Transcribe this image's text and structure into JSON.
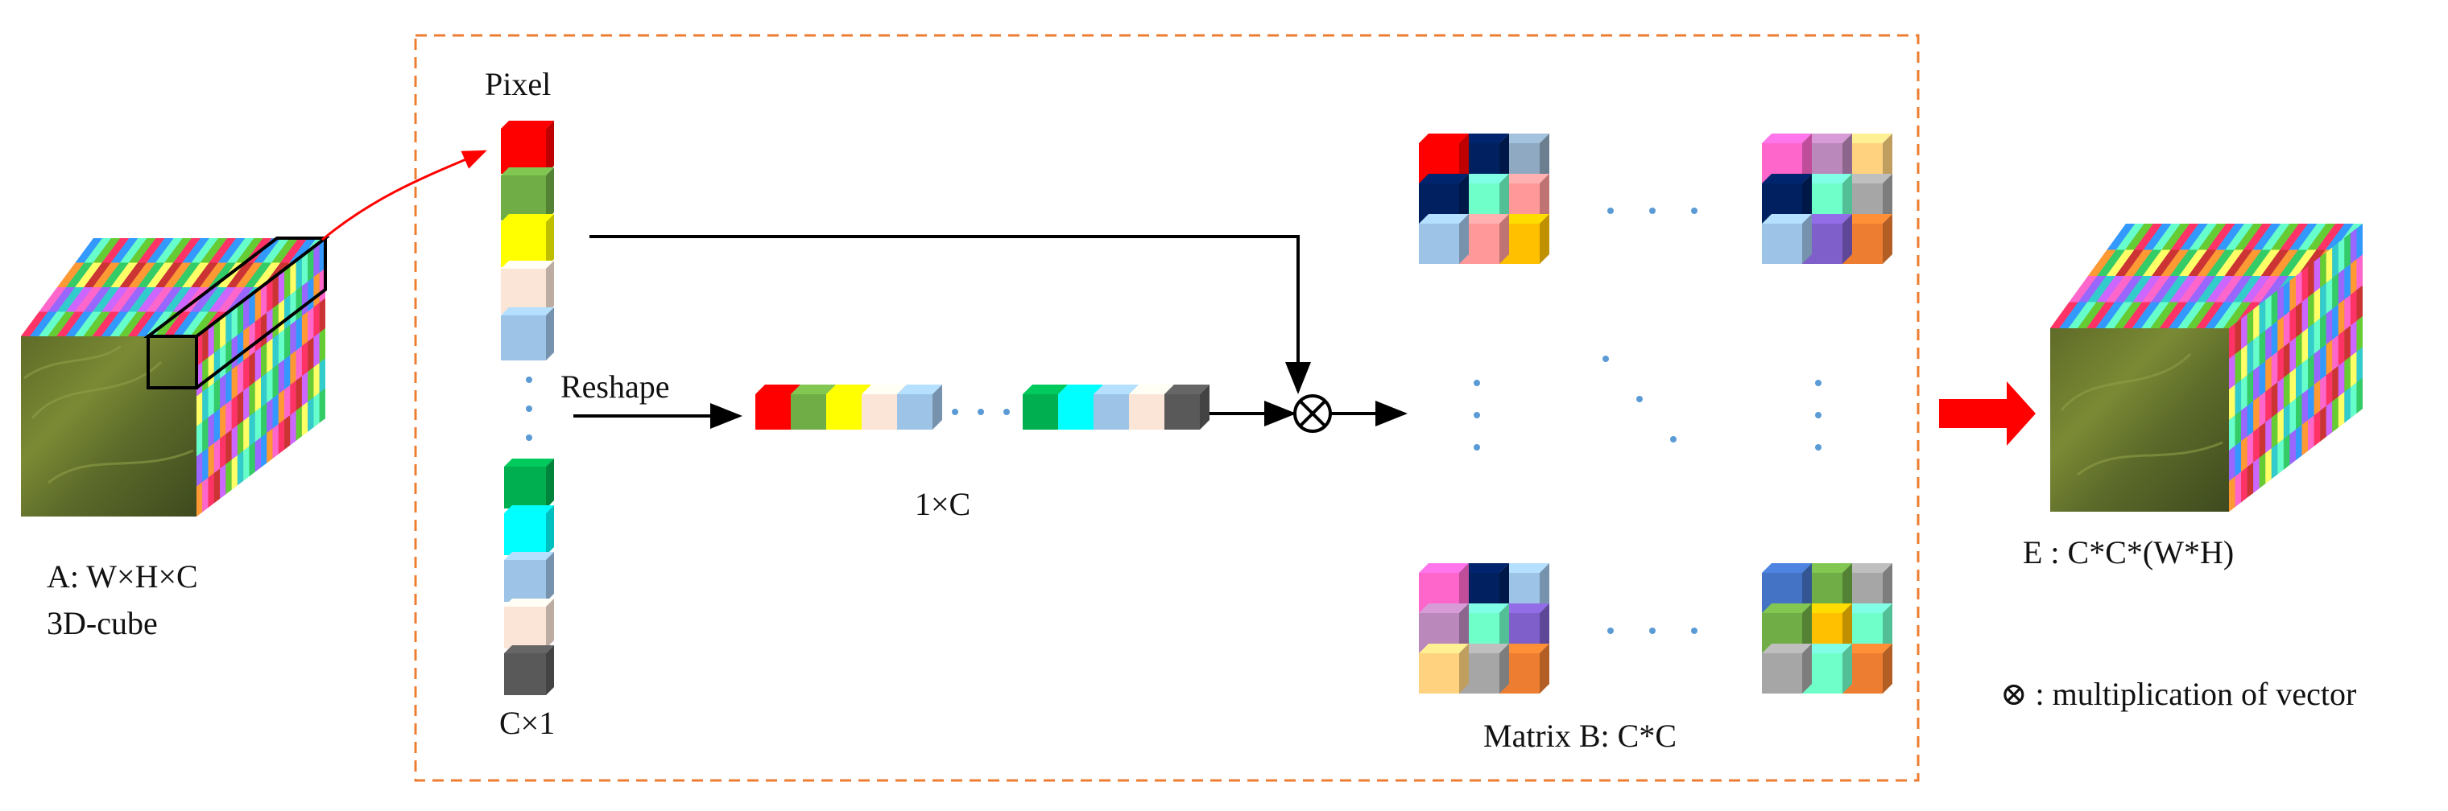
{
  "labels": {
    "pixel": "Pixel",
    "reshape": "Reshape",
    "c_times_1": "C×1",
    "one_times_c": "1×C",
    "cube_a_line1": "A: W×H×C",
    "cube_a_line2": "3D-cube",
    "matrix_b": "Matrix B: C*C",
    "output_e": "E : C*C*(W*H)",
    "legend_otimes": "⊗ : multiplication of vector"
  },
  "colors": {
    "frame": "#ED7D31",
    "red_arrow": "#FF0000",
    "dots": "#5B9BD5"
  },
  "column_top_colors": [
    "#FF0000",
    "#70AD47",
    "#FFFF00",
    "#FBE5D6",
    "#9DC3E6"
  ],
  "column_bottom_colors": [
    "#00B050",
    "#00FFFF",
    "#9DC3E6",
    "#FBE5D6",
    "#595959"
  ],
  "row_left_colors": [
    "#FF0000",
    "#70AD47",
    "#FFFF00",
    "#FBE5D6",
    "#9DC3E6"
  ],
  "row_right_colors": [
    "#00B050",
    "#00FFFF",
    "#9DC3E6",
    "#FBE5D6",
    "#595959"
  ],
  "matrices": {
    "top_left": [
      "#FF0000",
      "#002060",
      "#8EA9C1",
      "#002060",
      "#6FFFC8",
      "#FF9999",
      "#9DC3E6",
      "#FF9999",
      "#FFC000"
    ],
    "top_right": [
      "#FF66CC",
      "#BB88BB",
      "#FFD280",
      "#002060",
      "#6FFFC8",
      "#A6A6A6",
      "#9DC3E6",
      "#7F5FC9",
      "#ED7D31"
    ],
    "bottom_left": [
      "#FF66CC",
      "#002060",
      "#9DC3E6",
      "#BB88BB",
      "#6FFFC8",
      "#7F5FC9",
      "#FFD280",
      "#A6A6A6",
      "#ED7D31"
    ],
    "bottom_right": [
      "#4472C4",
      "#70AD47",
      "#A6A6A6",
      "#70AD47",
      "#FFC000",
      "#6FFFC8",
      "#A6A6A6",
      "#6FFFC8",
      "#ED7D31"
    ]
  },
  "cube_stripe_colors": [
    "#FF3366",
    "#33CC66",
    "#CC66FF",
    "#3399FF",
    "#FFFF66",
    "#FF66CC",
    "#66FFCC",
    "#CC3333",
    "#9966FF",
    "#66CC33",
    "#FF9933",
    "#33CCCC"
  ]
}
